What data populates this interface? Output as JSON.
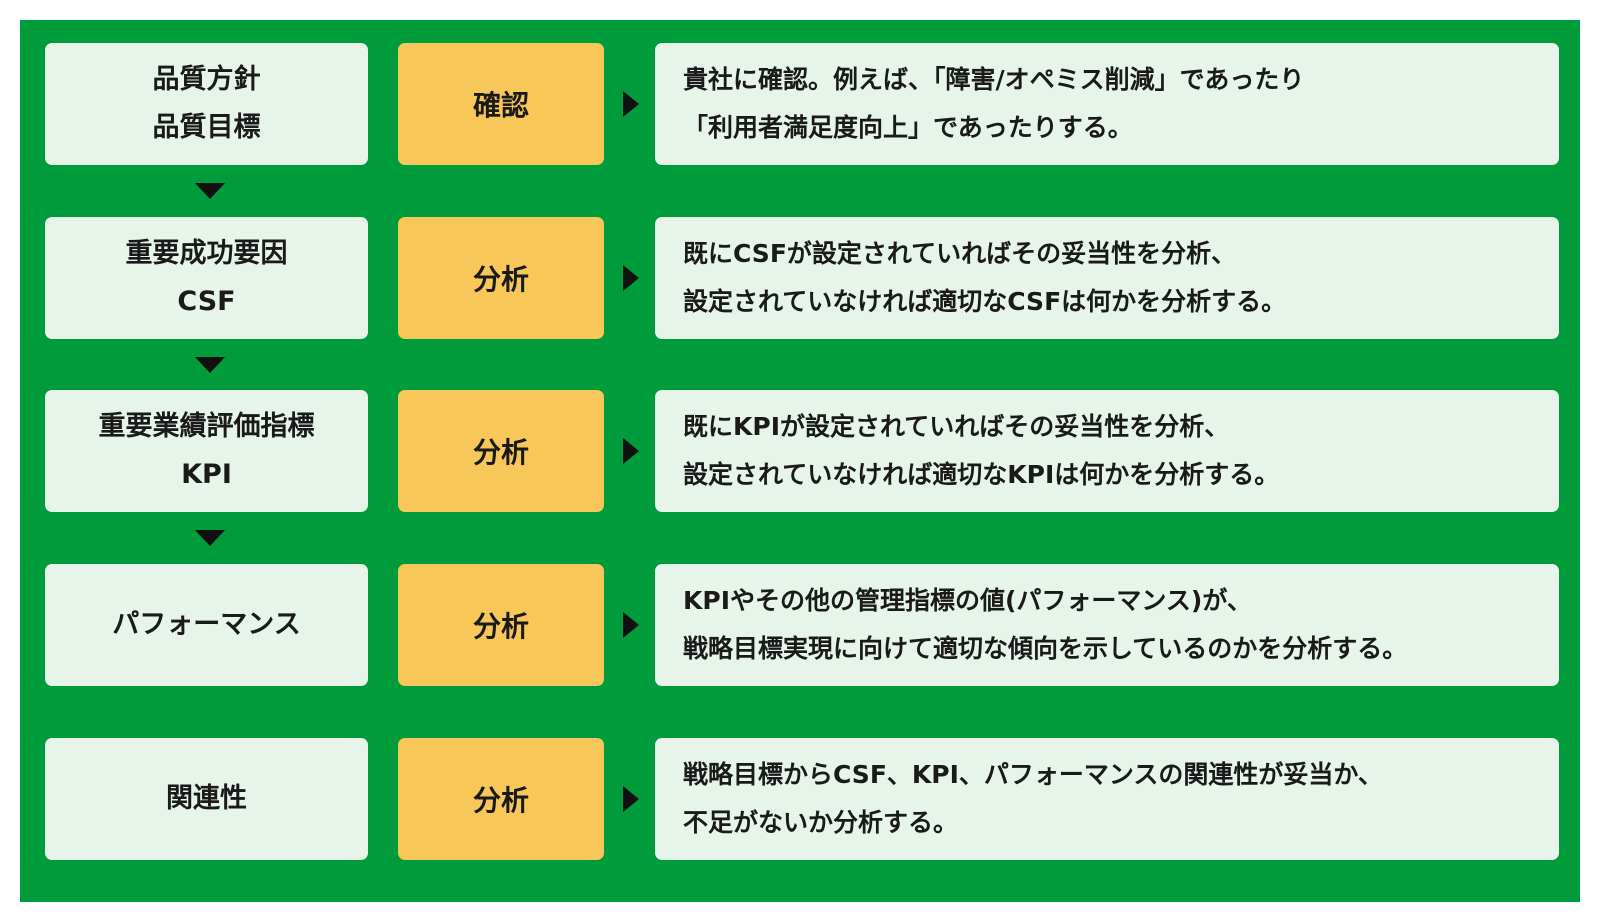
{
  "colors": {
    "panel": "#009b3a",
    "box": "#e6f4ea",
    "action": "#f7c75a",
    "arrow": "#111111"
  },
  "rows": [
    {
      "left_lines": [
        "品質方針",
        "品質目標"
      ],
      "action": "確認",
      "desc_lines": [
        "貴社に確認。例えば、「障害/オペミス削減」であったり",
        "「利用者満足度向上」であったりする。"
      ]
    },
    {
      "left_lines": [
        "重要成功要因",
        "CSF"
      ],
      "action": "分析",
      "desc_lines": [
        "既にCSFが設定されていればその妥当性を分析、",
        "設定されていなければ適切なCSFは何かを分析する。"
      ]
    },
    {
      "left_lines": [
        "重要業績評価指標",
        "KPI"
      ],
      "action": "分析",
      "desc_lines": [
        "既にKPIが設定されていればその妥当性を分析、",
        "設定されていなければ適切なKPIは何かを分析する。"
      ]
    },
    {
      "left_lines": [
        "パフォーマンス"
      ],
      "action": "分析",
      "desc_lines": [
        "KPIやその他の管理指標の値(パフォーマンス)が、",
        "戦略目標実現に向けて適切な傾向を示しているのかを分析する。"
      ]
    },
    {
      "left_lines": [
        "関連性"
      ],
      "action": "分析",
      "desc_lines": [
        "戦略目標からCSF、KPI、パフォーマンスの関連性が妥当か、",
        "不足がないか分析する。"
      ]
    }
  ]
}
